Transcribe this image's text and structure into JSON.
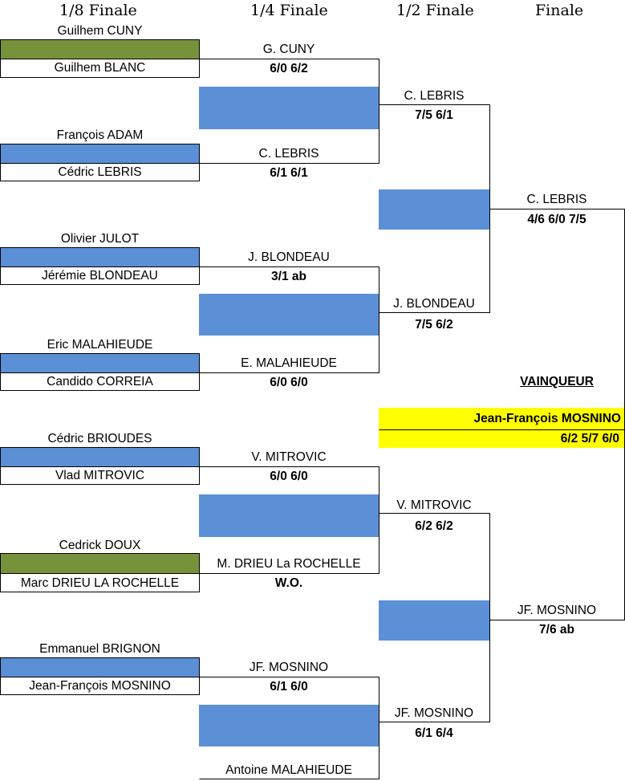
{
  "headers": {
    "r16": "1/8 Finale",
    "qf": "1/4 Finale",
    "sf": "1/2 Finale",
    "final": "Finale"
  },
  "r16": {
    "m1": {
      "top": "Guilhem CUNY",
      "bottom": "Guilhem BLANC"
    },
    "m2": {
      "top": "François ADAM",
      "bottom": "Cédric LEBRIS"
    },
    "m3": {
      "top": "Olivier JULOT",
      "bottom": "Jérémie BLONDEAU"
    },
    "m4": {
      "top": "Eric MALAHIEUDE",
      "bottom": "Candido CORREIA"
    },
    "m5": {
      "top": "Cédric BRIOUDES",
      "bottom": "Vlad MITROVIC"
    },
    "m6": {
      "top": "Cedrick DOUX",
      "bottom": "Marc DRIEU LA ROCHELLE"
    },
    "m7": {
      "top": "Emmanuel BRIGNON",
      "bottom": "Jean-François MOSNINO"
    }
  },
  "qf": {
    "w1": {
      "name": "G. CUNY",
      "score": "6/0 6/2"
    },
    "w2": {
      "name": "C. LEBRIS",
      "score": "6/1 6/1"
    },
    "w3": {
      "name": "J. BLONDEAU",
      "score": "3/1 ab"
    },
    "w4": {
      "name": "E. MALAHIEUDE",
      "score": "6/0 6/0"
    },
    "w5": {
      "name": "V. MITROVIC",
      "score": "6/0 6/0"
    },
    "w6": {
      "name": "M. DRIEU La ROCHELLE",
      "score": "W.O."
    },
    "w7": {
      "name": "JF. MOSNINO",
      "score": "6/1 6/0"
    },
    "bye": {
      "name": "Antoine MALAHIEUDE"
    }
  },
  "sf": {
    "w1": {
      "name": "C. LEBRIS",
      "score": "7/5 6/1"
    },
    "w2": {
      "name": "J. BLONDEAU",
      "score": "7/5 6/2"
    },
    "w3": {
      "name": "V. MITROVIC",
      "score": "6/2 6/2"
    },
    "w4": {
      "name": "JF. MOSNINO",
      "score": "6/1 6/4"
    }
  },
  "final": {
    "w1": {
      "name": "C. LEBRIS",
      "score": "4/6 6/0 7/5"
    },
    "w2": {
      "name": "JF. MOSNINO",
      "score": "7/6 ab"
    }
  },
  "champion": {
    "label": "VAINQUEUR",
    "name": "Jean-François MOSNINO",
    "score": "6/2 5/7 6/0"
  },
  "colors": {
    "fill_blue": "#5B8FD6",
    "fill_green": "#76933C",
    "winner_yellow": "#FFFF00"
  }
}
